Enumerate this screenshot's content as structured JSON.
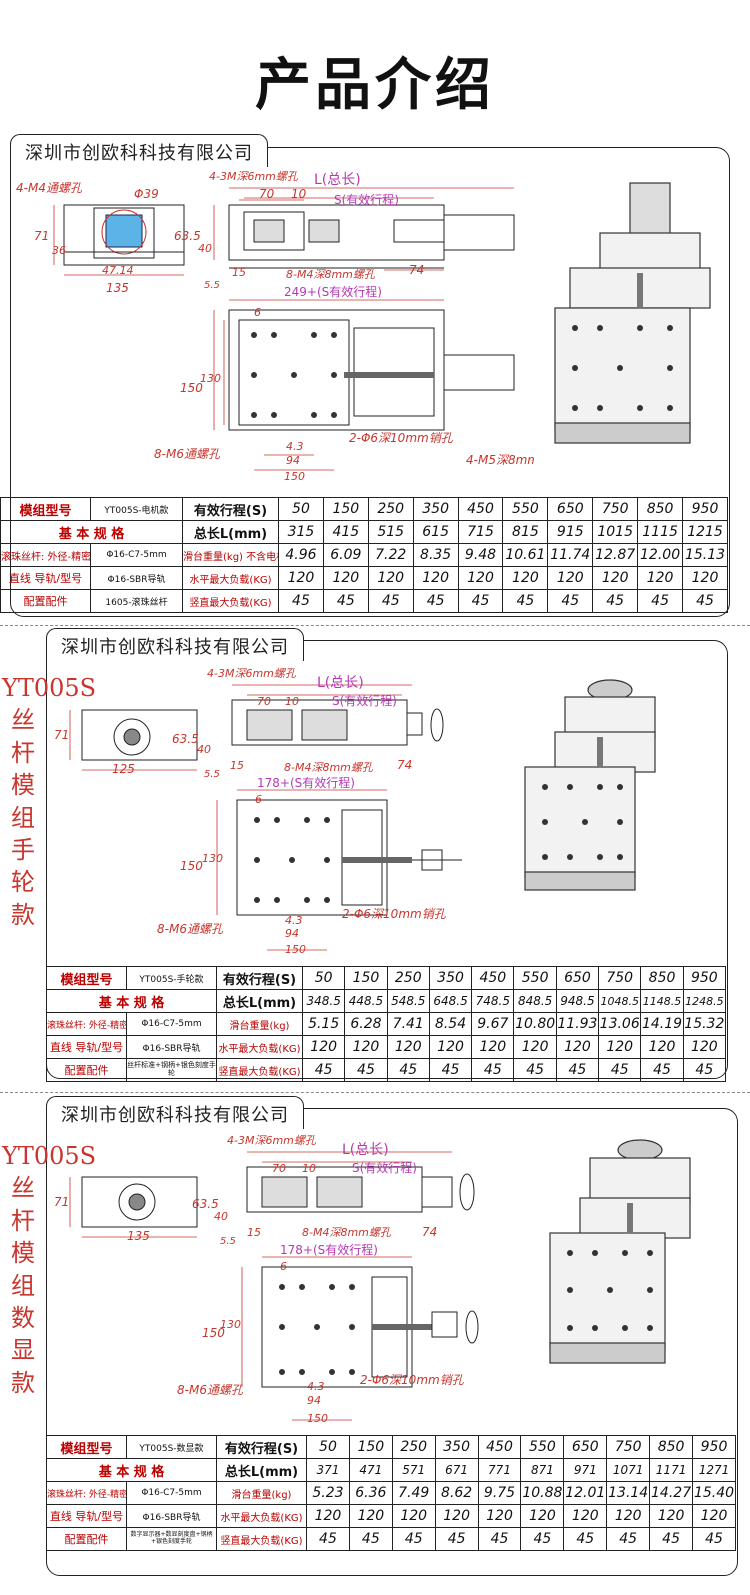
{
  "page_title": "产品介绍",
  "panels": [
    {
      "company": "深圳市创欧科科技有限公司",
      "side_label": "",
      "dims": {
        "m4_holes": "4-M4通螺孔",
        "d39": "Φ39",
        "h71": "71",
        "h36": "36",
        "w47": "47.14",
        "w135": "135",
        "m3_holes": "4-3M深6mm螺孔",
        "L": "L(总长)",
        "S": "S(有效行程)",
        "w70": "70",
        "w10": "10",
        "h635": "63.5",
        "h40": "40",
        "h15": "15",
        "h55": "5.5",
        "m4_deep": "8-M4深8mm螺孔",
        "w74": "74",
        "stroke": "249+(S有效行程)",
        "w6": "6",
        "h150": "150",
        "h130": "130",
        "m6_holes": "8-M6通螺孔",
        "pin": "2-Φ6深10mm销孔",
        "m5_holes": "4-M5深8mm螺孔",
        "w43": "4.3",
        "w94": "94",
        "w150b": "150"
      },
      "table": {
        "r1": [
          "模组型号",
          "YT005S-电机款",
          "有效行程(S)",
          "50",
          "150",
          "250",
          "350",
          "450",
          "550",
          "650",
          "750",
          "850",
          "950"
        ],
        "r2": [
          "基 本 规 格",
          "",
          "总长L(mm)",
          "315",
          "415",
          "515",
          "615",
          "715",
          "815",
          "915",
          "1015",
          "1115",
          "1215"
        ],
        "r3": [
          "滚珠丝杆: 外径-精密等级-导程",
          "Φ16-C7-5mm",
          "滑台重量(kg) 不含电机",
          "4.96",
          "6.09",
          "7.22",
          "8.35",
          "9.48",
          "10.61",
          "11.74",
          "12.87",
          "12.00",
          "15.13"
        ],
        "r4": [
          "直线 导轨/型号",
          "Φ16-SBR导轨",
          "水平最大负载(KG)",
          "120",
          "120",
          "120",
          "120",
          "120",
          "120",
          "120",
          "120",
          "120",
          "120"
        ],
        "r5": [
          "配置配件",
          "1605-滚珠丝杆",
          "竖直最大负载(KG)",
          "45",
          "45",
          "45",
          "45",
          "45",
          "45",
          "45",
          "45",
          "45",
          "45"
        ]
      }
    },
    {
      "company": "深圳市创欧科科技有限公司",
      "side_label": "YT005S丝杆模组 手轮款",
      "dims": {
        "h71": "71",
        "w125": "125",
        "m3_holes": "4-3M深6mm螺孔",
        "L": "L(总长)",
        "S": "S(有效行程)",
        "w70": "70",
        "w10": "10",
        "h635": "63.5",
        "h40": "40",
        "h15": "15",
        "h55": "5.5",
        "m4_deep": "8-M4深8mm螺孔",
        "w74": "74",
        "stroke": "178+(S有效行程)",
        "w6": "6",
        "h150": "150",
        "h130": "130",
        "m6_holes": "8-M6通螺孔",
        "pin": "2-Φ6深10mm销孔",
        "w43": "4.3",
        "w94": "94",
        "w150b": "150"
      },
      "table": {
        "r1": [
          "模组型号",
          "YT005S-手轮款",
          "有效行程(S)",
          "50",
          "150",
          "250",
          "350",
          "450",
          "550",
          "650",
          "750",
          "850",
          "950"
        ],
        "r2": [
          "基 本 规 格",
          "",
          "总长L(mm)",
          "348.5",
          "448.5",
          "548.5",
          "648.5",
          "748.5",
          "848.5",
          "948.5",
          "1048.5",
          "1148.5",
          "1248.5"
        ],
        "r3": [
          "滚珠丝杆: 外径-精密等级-导程",
          "Φ16-C7-5mm",
          "滑台重量(kg)",
          "5.15",
          "6.28",
          "7.41",
          "8.54",
          "9.67",
          "10.80",
          "11.93",
          "13.06",
          "14.19",
          "15.32"
        ],
        "r4": [
          "直线 导轨/型号",
          "Φ16-SBR导轨",
          "水平最大负载(KG)",
          "120",
          "120",
          "120",
          "120",
          "120",
          "120",
          "120",
          "120",
          "120",
          "120"
        ],
        "r5": [
          "配置配件",
          "丝杆标准+钢柄+银色刻度手轮",
          "竖直最大负载(KG)",
          "45",
          "45",
          "45",
          "45",
          "45",
          "45",
          "45",
          "45",
          "45",
          "45"
        ]
      }
    },
    {
      "company": "深圳市创欧科科技有限公司",
      "side_label": "YT005S丝杆模组 数显款",
      "dims": {
        "h71": "71",
        "w135": "135",
        "m3_holes": "4-3M深6mm螺孔",
        "L": "L(总长)",
        "S": "S(有效行程)",
        "w70": "70",
        "w10": "10",
        "h635": "63.5",
        "h40": "40",
        "h15": "15",
        "h55": "5.5",
        "m4_deep": "8-M4深8mm螺孔",
        "w74": "74",
        "stroke": "178+(S有效行程)",
        "w6": "6",
        "h150": "150",
        "h130": "130",
        "m6_holes": "8-M6通螺孔",
        "pin": "2-Φ6深10mm销孔",
        "w43": "4.3",
        "w94": "94",
        "w150b": "150"
      },
      "table": {
        "r1": [
          "模组型号",
          "YT005S-数显款",
          "有效行程(S)",
          "50",
          "150",
          "250",
          "350",
          "450",
          "550",
          "650",
          "750",
          "850",
          "950"
        ],
        "r2": [
          "基 本 规 格",
          "",
          "总长L(mm)",
          "371",
          "471",
          "571",
          "671",
          "771",
          "871",
          "971",
          "1071",
          "1171",
          "1271"
        ],
        "r3": [
          "滚珠丝杆: 外径-精密等级-导程",
          "Φ16-C7-5mm",
          "滑台重量(kg)",
          "5.23",
          "6.36",
          "7.49",
          "8.62",
          "9.75",
          "10.88",
          "12.01",
          "13.14",
          "14.27",
          "15.40"
        ],
        "r4": [
          "直线 导轨/型号",
          "Φ16-SBR导轨",
          "水平最大负载(KG)",
          "120",
          "120",
          "120",
          "120",
          "120",
          "120",
          "120",
          "120",
          "120",
          "120"
        ],
        "r5": [
          "配置配件",
          "数字显示器+数显刻度盘+钢柄+银色刻度手轮",
          "竖直最大负载(KG)",
          "45",
          "45",
          "45",
          "45",
          "45",
          "45",
          "45",
          "45",
          "45",
          "45"
        ]
      }
    }
  ]
}
